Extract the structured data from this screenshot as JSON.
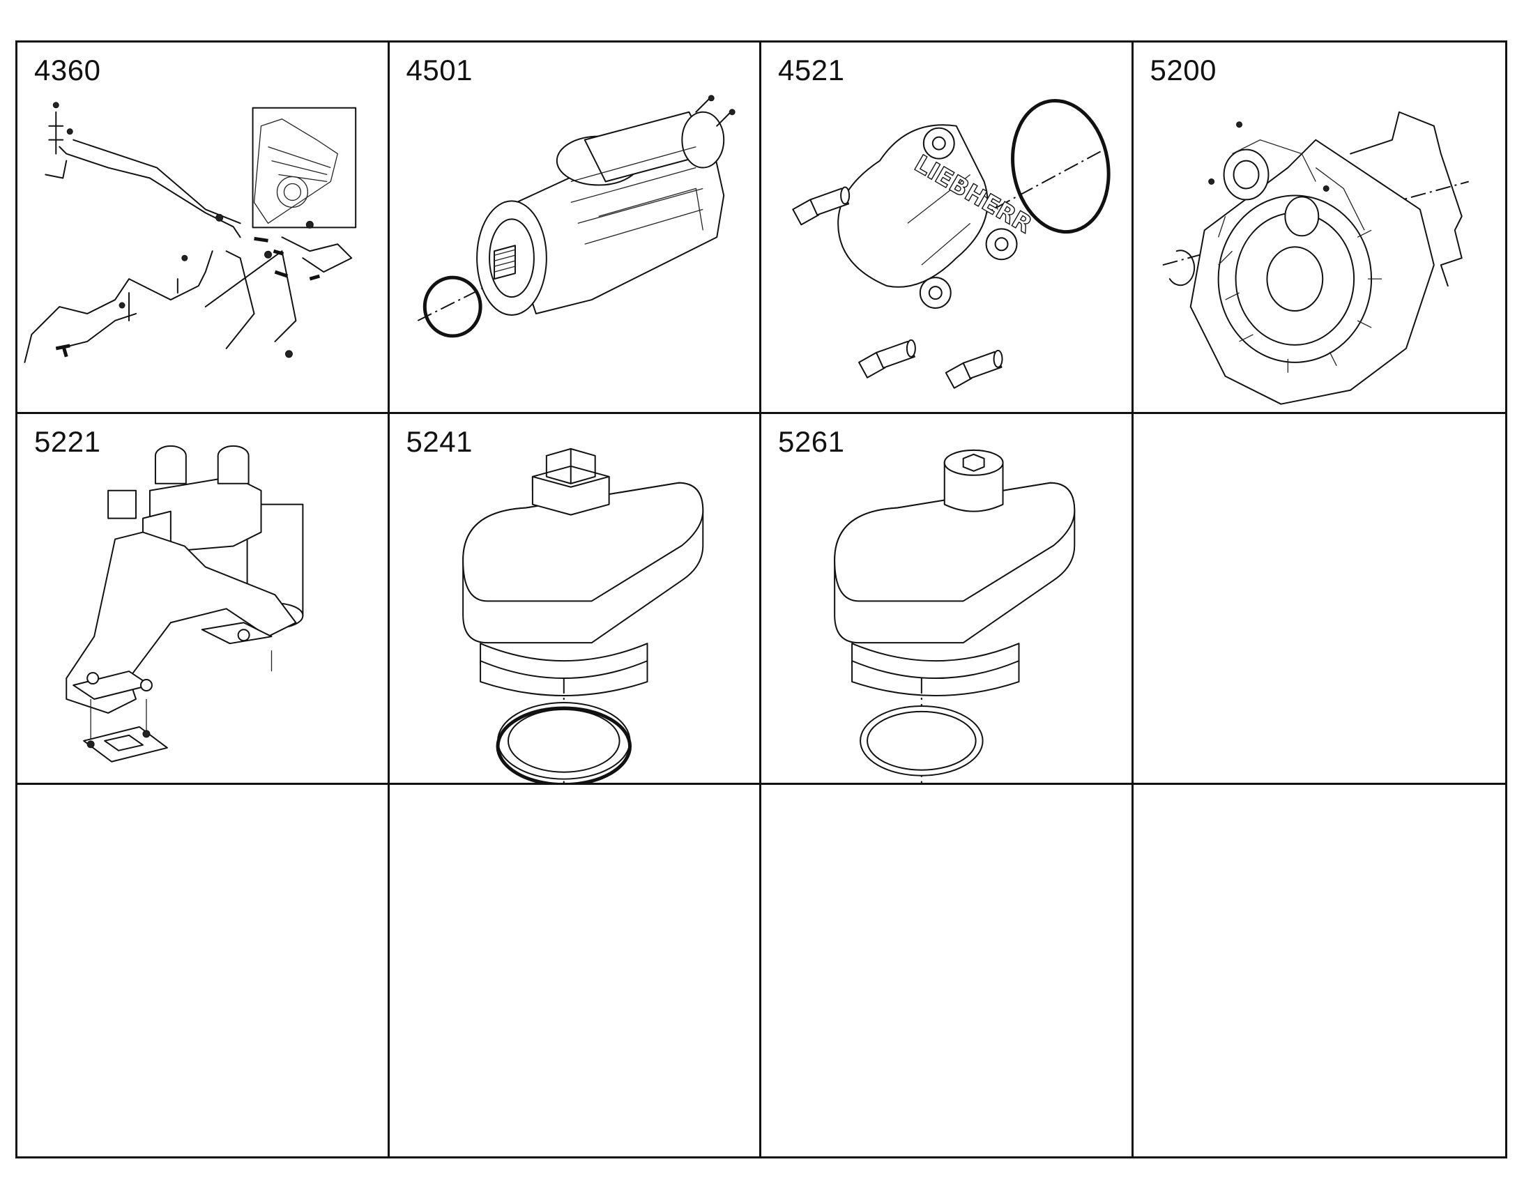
{
  "parts": [
    {
      "code": "4360",
      "icon": "fuel-line-assembly-icon"
    },
    {
      "code": "4501",
      "icon": "starter-motor-icon"
    },
    {
      "code": "4521",
      "icon": "cover-plate-icon"
    },
    {
      "code": "5200",
      "icon": "flywheel-housing-icon"
    },
    {
      "code": "5221",
      "icon": "filter-bracket-icon"
    },
    {
      "code": "5241",
      "icon": "flange-cover-hex-icon"
    },
    {
      "code": "5261",
      "icon": "flange-cover-socket-icon"
    },
    {
      "code": "",
      "icon": ""
    },
    {
      "code": "",
      "icon": ""
    },
    {
      "code": "",
      "icon": ""
    },
    {
      "code": "",
      "icon": ""
    },
    {
      "code": "",
      "icon": ""
    }
  ],
  "cover_lettering": "LIEBHERR"
}
